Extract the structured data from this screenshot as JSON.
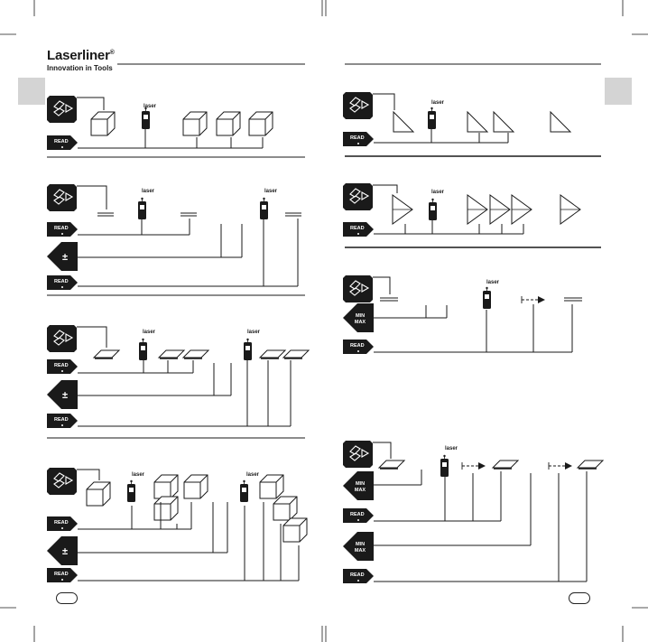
{
  "brand": {
    "name": "Laserliner",
    "registered": "®",
    "tagline": "Innovation in Tools"
  },
  "labels": {
    "laser": "laser",
    "read": "READ",
    "minmax_1": "MIN",
    "minmax_2": "MAX",
    "plusminus": "±"
  },
  "colors": {
    "tab": "#d4d4d4",
    "ink": "#1a1a1a",
    "button": "#1a1a1a"
  },
  "icons": [
    "mode-icon",
    "read-button-icon",
    "plus-minus-button-icon",
    "min-max-button-icon",
    "laser-device-icon",
    "room-volume-icon",
    "area-icon",
    "length-icon",
    "triangle-icon",
    "arrow-icon"
  ]
}
